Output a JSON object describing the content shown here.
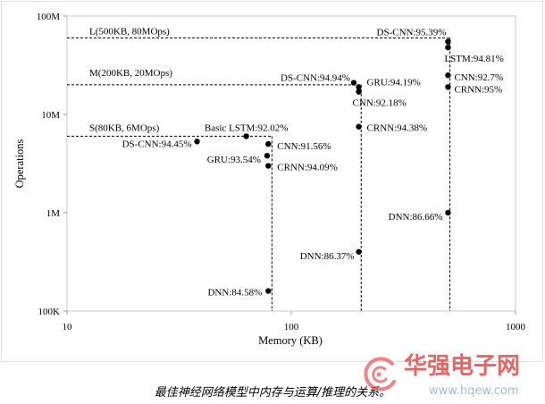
{
  "caption": "最佳神经网络模型中内存与运算/推理的关系。",
  "watermark": {
    "brand": "华强电子网",
    "url": "www.hqew.com",
    "logo_icon": "swirl-logo-icon"
  },
  "colors": {
    "marker": "#000000",
    "limit_line": "#000000",
    "plot_frame": "#c8c8c8",
    "watermark_brand": "#e2322d",
    "watermark_url": "#8fa3b3",
    "watermark_logo": "#ec5a5a"
  },
  "chart_data": {
    "type": "scatter",
    "xlabel": "Memory (KB)",
    "ylabel": "Operations",
    "xscale": "log",
    "yscale": "log",
    "xlim": [
      10,
      1000
    ],
    "ylim": [
      100000,
      100000000
    ],
    "x_ticks": [
      {
        "value": 10,
        "label": "10"
      },
      {
        "value": 100,
        "label": "100"
      },
      {
        "value": 1000,
        "label": "1000"
      }
    ],
    "y_ticks": [
      {
        "value": 100000,
        "label": "100K"
      },
      {
        "value": 1000000,
        "label": "1M"
      },
      {
        "value": 10000000,
        "label": "10M"
      },
      {
        "value": 100000000,
        "label": "100M"
      }
    ],
    "grid": false,
    "legend": "none",
    "points": [
      {
        "label": "DS-CNN:95.39%",
        "x": 500,
        "y": 55000000
      },
      {
        "label": "LSTM:94.81%",
        "x": 500,
        "y": 48000000
      },
      {
        "label": "CNN:92.7%",
        "x": 500,
        "y": 25000000
      },
      {
        "label": "CRNN:95%",
        "x": 500,
        "y": 19000000
      },
      {
        "label": "DNN:86.66%",
        "x": 500,
        "y": 1000000
      },
      {
        "label": "DS-CNN:94.94%",
        "x": 190,
        "y": 21000000
      },
      {
        "label": "GRU:94.19%",
        "x": 200,
        "y": 19000000
      },
      {
        "label": "CNN:92.18%",
        "x": 200,
        "y": 17000000
      },
      {
        "label": "CRNN:94.38%",
        "x": 200,
        "y": 7500000
      },
      {
        "label": "DNN:86.37%",
        "x": 200,
        "y": 400000
      },
      {
        "label": "Basic LSTM:92.02%",
        "x": 63,
        "y": 6000000
      },
      {
        "label": "DS-CNN:94.45%",
        "x": 38,
        "y": 5300000
      },
      {
        "label": "CNN:91.56%",
        "x": 79,
        "y": 5000000
      },
      {
        "label": "GRU:93.54%",
        "x": 78,
        "y": 3800000
      },
      {
        "label": "CRNN:94.09%",
        "x": 79,
        "y": 3000000
      },
      {
        "label": "DNN:84.58%",
        "x": 79,
        "y": 160000
      }
    ],
    "limits": [
      {
        "label": "L(500KB, 80MOps)",
        "x": 510,
        "y": 60000000
      },
      {
        "label": "M(200KB, 20MOps)",
        "x": 205,
        "y": 20000000
      },
      {
        "label": "S(80KB, 6MOps)",
        "x": 82,
        "y": 6000000
      }
    ]
  }
}
